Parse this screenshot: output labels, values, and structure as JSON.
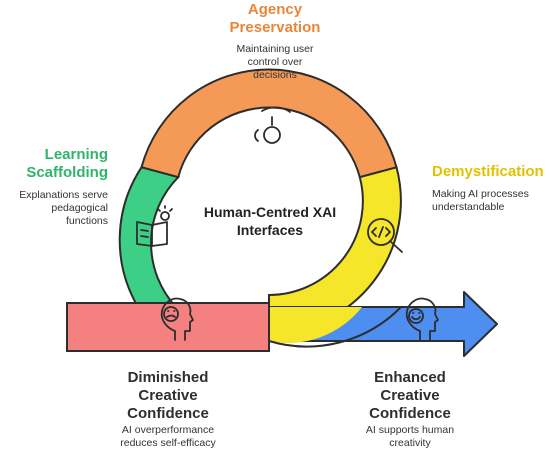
{
  "center": {
    "line1": "Human-Centred XAI",
    "line2": "Interfaces"
  },
  "agency": {
    "title1": "Agency",
    "title2": "Preservation",
    "desc1": "Maintaining user",
    "desc2": "control over",
    "desc3": "decisions"
  },
  "learning": {
    "title1": "Learning",
    "title2": "Scaffolding",
    "desc1": "Explanations serve",
    "desc2": "pedagogical",
    "desc3": "functions"
  },
  "demystification": {
    "title1": "Demystification",
    "desc1": "Making AI processes",
    "desc2": "understandable"
  },
  "diminished": {
    "title1": "Diminished",
    "title2": "Creative",
    "title3": "Confidence",
    "desc1": "AI overperformance",
    "desc2": "reduces self-efficacy"
  },
  "enhanced": {
    "title1": "Enhanced",
    "title2": "Creative",
    "title3": "Confidence",
    "desc1": "AI supports human",
    "desc2": "creativity"
  },
  "icons": [
    "hand-icon",
    "book-lightbulb-icon",
    "code-magnifier-icon",
    "sad-face-head-icon",
    "happy-face-head-icon"
  ],
  "colors": {
    "orange": "#f59a56",
    "green": "#3ccf85",
    "yellow": "#f6e62a",
    "red": "#f48080",
    "blue": "#4f8ef1",
    "outline": "#2d2d2d"
  }
}
